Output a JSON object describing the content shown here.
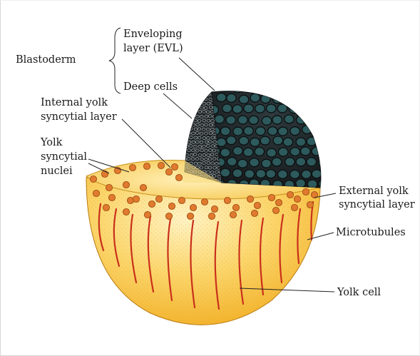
{
  "labels": {
    "blastoderm": "Blastoderm",
    "enveloping_l1": "Enveloping",
    "enveloping_l2": "layer (EVL)",
    "deep_cells": "Deep cells",
    "internal_ysl_l1": "Internal yolk",
    "internal_ysl_l2": "syncytial layer",
    "ysn_l1": "Yolk",
    "ysn_l2": "syncytial",
    "ysn_l3": "nuclei",
    "external_ysl_l1": "External yolk",
    "external_ysl_l2": "syncytial layer",
    "microtubules": "Microtubules",
    "yolk_cell": "Yolk cell"
  },
  "colors": {
    "yolk_outer": "#f3b21f",
    "yolk_mid": "#fbd56a",
    "yolk_light": "#fff3c4",
    "nucleus": "#e07a2e",
    "nucleus_edge": "#a04f14",
    "microtubule": "#c9301c",
    "blastoderm_dark": "#1d2124",
    "deep_cell_teal": "#2d5a5c",
    "leader_line": "#222222"
  }
}
